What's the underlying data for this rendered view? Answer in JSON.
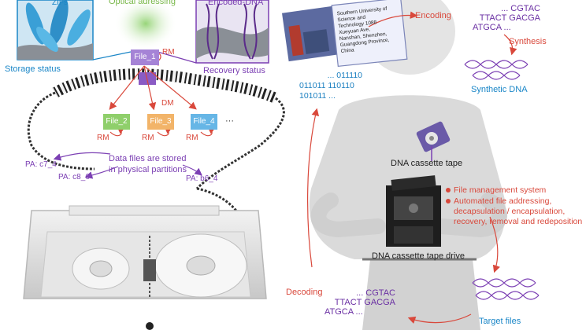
{
  "left_panel": {
    "insets": {
      "zifs_label": "ZIFs",
      "optical_label": "Optical adressing",
      "encoded_dna_label": "Encoded-DNA"
    },
    "storage_status": "Storage status",
    "recovery_status": "Recovery status",
    "files": {
      "file1": "File_1",
      "file2": "File_2",
      "file3": "File_3",
      "file4": "File_4",
      "ellipsis": "···"
    },
    "operations": {
      "rm": "RM",
      "dm": "DM"
    },
    "partition_note_line1": "Data files are stored",
    "partition_note_line2": "in physical partitions",
    "partitions": {
      "pa1": "PA: c7_4",
      "pa2": "PA: c8_6",
      "pa3": "PA: b6_4"
    }
  },
  "right_panel": {
    "card_text": [
      "Southern University of",
      "Science and",
      "Technology 1088",
      "Xueyuan Ave,",
      "Nanshan, Shenzhen,",
      "Guangdong Province,",
      "China"
    ],
    "binary": [
      "... 011110",
      "011011 110110",
      "101011 ..."
    ],
    "encoding_label": "Encoding",
    "encoded_seq": [
      "... CGTAC",
      "TTACT GACGA",
      "ATGCA ..."
    ],
    "synthesis_label": "Synthesis",
    "synthetic_dna_label": "Synthetic DNA",
    "cassette_tape_label": "DNA cassette tape",
    "features": [
      "File management system",
      "Automated file addressing,",
      "decapsulation / encapsulation,",
      "recovery, removal and redeposition"
    ],
    "drive_label": "DNA cassette tape drive",
    "decoding_label": "Decoding",
    "decoded_seq": [
      "... CGTAC",
      "TTACT GACGA",
      "ATGCA ..."
    ],
    "target_files_label": "Target files"
  },
  "colors": {
    "blue": "#1a86c7",
    "red": "#d9483b",
    "purple": "#7b3fb3",
    "green": "#79b84a",
    "file1": "#a583d6",
    "file2": "#8fcf6b",
    "file3": "#f2b469",
    "file4": "#66b6e6"
  }
}
